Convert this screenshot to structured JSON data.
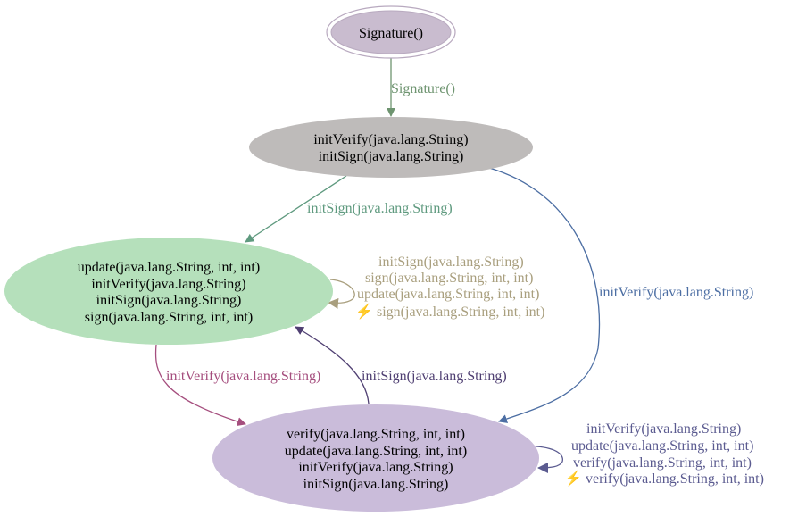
{
  "colors": {
    "start_fill": "#c9bccf",
    "start_stroke": "#b8a9bf",
    "s1_fill": "#bebbba",
    "s2_fill": "#b5e0bb",
    "s3_fill": "#cabcda",
    "edge_green": "#6e9470",
    "edge_teal": "#5f9a7f",
    "edge_blue": "#4c6ea3",
    "edge_tan": "#a99f7e",
    "edge_pink": "#a54e7e",
    "edge_purple": "#4f3f72",
    "edge_slate": "#5b5b90",
    "lightning": "#f3c000"
  },
  "nodes": {
    "start": {
      "label": "Signature()"
    },
    "s1": {
      "lines": [
        "initVerify(java.lang.String)",
        "initSign(java.lang.String)"
      ]
    },
    "s2": {
      "lines": [
        "update(java.lang.String, int, int)",
        "initVerify(java.lang.String)",
        "initSign(java.lang.String)",
        "sign(java.lang.String, int, int)"
      ]
    },
    "s3": {
      "lines": [
        "verify(java.lang.String, int, int)",
        "update(java.lang.String, int, int)",
        "initVerify(java.lang.String)",
        "initSign(java.lang.String)"
      ]
    }
  },
  "edges": {
    "start_s1": "Signature()",
    "s1_s2": "initSign(java.lang.String)",
    "s1_s3": "initVerify(java.lang.String)",
    "s2_s3": "initVerify(java.lang.String)",
    "s3_s2": "initSign(java.lang.String)",
    "s2_self": [
      "initSign(java.lang.String)",
      "sign(java.lang.String, int, int)",
      "update(java.lang.String, int, int)",
      "sign(java.lang.String, int, int)"
    ],
    "s3_self": [
      "initVerify(java.lang.String)",
      "update(java.lang.String, int, int)",
      "verify(java.lang.String, int, int)",
      "verify(java.lang.String, int, int)"
    ]
  },
  "icons": {
    "lightning": "⚡"
  }
}
